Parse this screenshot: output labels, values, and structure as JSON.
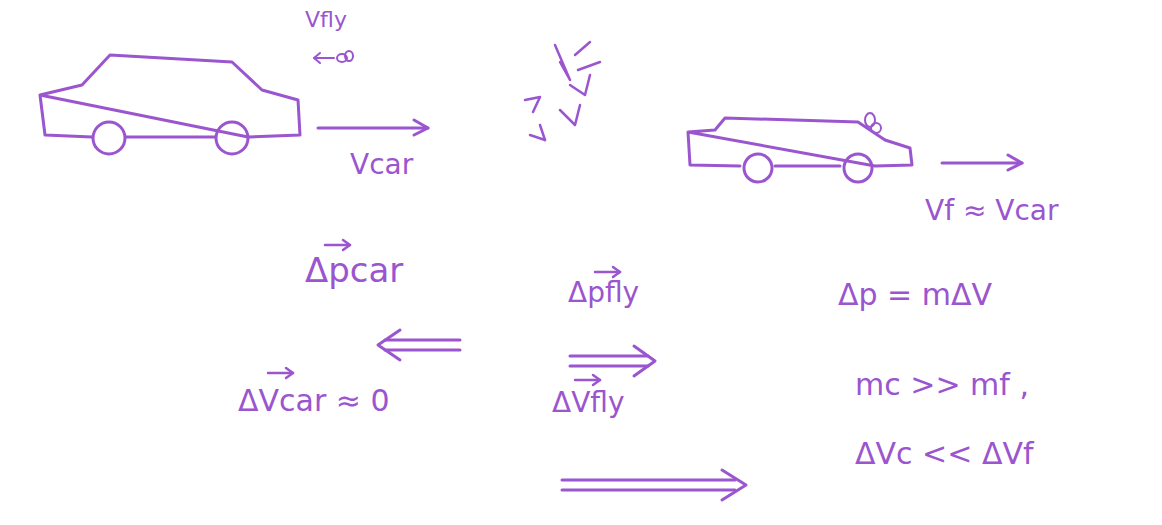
{
  "diagram": {
    "labels": [
      "Vfly",
      "Vcar",
      "Vf ≈ Vcar",
      "Δpcar",
      "Δpfly",
      "ΔVcar ≈ 0",
      "ΔVfly",
      "Δp = mΔV",
      "mc >> mf ,",
      "ΔVc << ΔVf"
    ]
  }
}
